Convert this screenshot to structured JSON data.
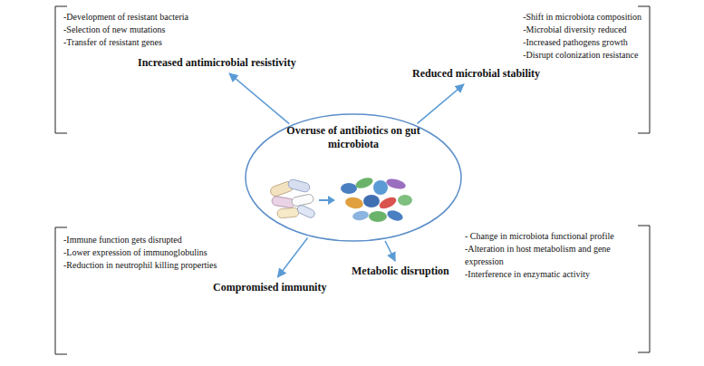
{
  "diagram": {
    "nodes": [
      {
        "text": [
          "Overuse of antibiotics on gut microbiota"
        ]
      },
      {
        "text": [
          "Increased antimicrobial resistivity",
          "-Development of resistant bacteria",
          "-Selection of new mutations",
          "-Transfer of resistant genes"
        ]
      },
      {
        "text": [
          "Reduced microbial stability",
          "-Shift in microbiota composition",
          "-Microbial diversity reduced",
          "-Increased pathogens growth",
          "-Disrupt colonization resistance"
        ]
      },
      {
        "text": [
          "Compromised immunity",
          "-Immune function gets disrupted",
          "-Lower expression of immunoglobulins",
          "-Reduction in neutrophil killing properties"
        ]
      },
      {
        "text": [
          "Metabolic disruption",
          "- Change in microbiota functional profile",
          "-Alteration in host metabolism and gene expression",
          "-Interference in enzymatic activity"
        ]
      }
    ],
    "edges": [
      {
        "from": 0,
        "to": 1,
        "arrow": "to"
      },
      {
        "from": 0,
        "to": 2,
        "arrow": "to"
      },
      {
        "from": 0,
        "to": 3,
        "arrow": "to"
      },
      {
        "from": 0,
        "to": 4,
        "arrow": "to"
      }
    ]
  }
}
